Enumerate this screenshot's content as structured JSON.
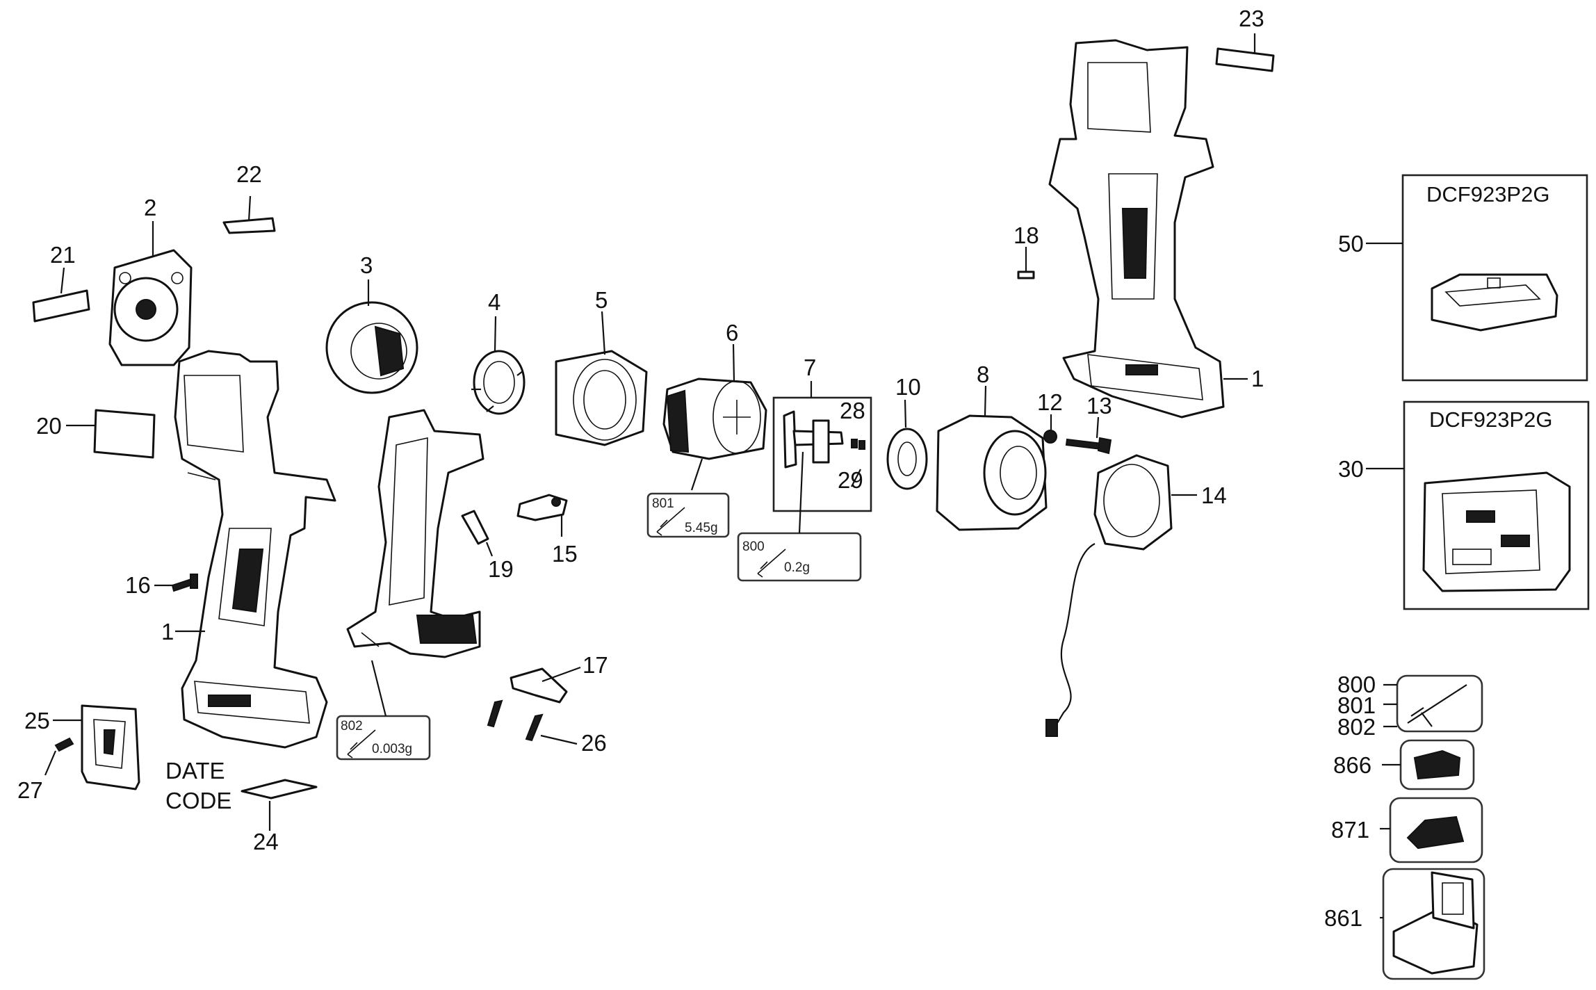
{
  "callouts": {
    "p1a": "1",
    "p1b": "1",
    "p2": "2",
    "p3": "3",
    "p4": "4",
    "p5": "5",
    "p6": "6",
    "p7": "7",
    "p8": "8",
    "p10": "10",
    "p12": "12",
    "p13": "13",
    "p14": "14",
    "p15": "15",
    "p16": "16",
    "p17": "17",
    "p18": "18",
    "p19": "19",
    "p20": "20",
    "p21": "21",
    "p22": "22",
    "p23": "23",
    "p24": "24",
    "p25": "25",
    "p26": "26",
    "p27": "27",
    "p28": "28",
    "p29": "29",
    "p30": "30",
    "p50": "50",
    "p800": "800",
    "p801": "801",
    "p802": "802",
    "p866": "866",
    "p871": "871",
    "p861": "861"
  },
  "date_code": {
    "line1": "DATE",
    "line2": "CODE"
  },
  "kit_boxes": {
    "box50_model": "DCF923P2G",
    "box30_model": "DCF923P2G"
  },
  "grease_tags": {
    "tag801": {
      "code": "801",
      "weight": "5.45g"
    },
    "tag800": {
      "code": "800",
      "weight": "0.2g"
    },
    "tag802": {
      "code": "802",
      "weight": "0.003g"
    }
  }
}
